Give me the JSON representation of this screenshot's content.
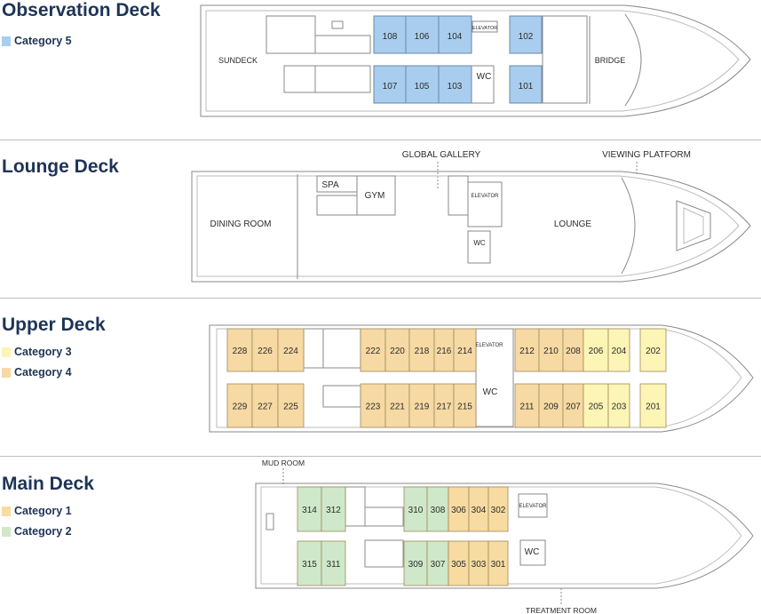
{
  "colors": {
    "category_1": "#f7dba0",
    "category_2": "#cfe8c9",
    "category_3": "#fdf5b5",
    "category_4": "#f6d9a3",
    "category_5": "#a9cdee",
    "title": "#1d3457",
    "line": "#8a8a8a"
  },
  "decks": [
    {
      "id": "observation",
      "title": "Observation Deck",
      "legend": [
        {
          "label": "Category 5",
          "color": "#a9cdee"
        }
      ],
      "labels": {
        "sundeck": "SUNDECK",
        "bridge": "BRIDGE",
        "elevator": "ELEVATOR",
        "wc": "WC"
      },
      "cabins_top": [
        "108",
        "106",
        "104",
        "102"
      ],
      "cabins_bottom": [
        "107",
        "105",
        "103",
        "101"
      ]
    },
    {
      "id": "lounge",
      "title": "Lounge Deck",
      "legend": [],
      "labels": {
        "global_gallery": "GLOBAL GALLERY",
        "viewing_platform": "VIEWING PLATFORM",
        "spa": "SPA",
        "gym": "GYM",
        "dining_room": "DINING ROOM",
        "elevator": "ELEVATOR",
        "lounge": "LOUNGE",
        "wc": "WC"
      }
    },
    {
      "id": "upper",
      "title": "Upper Deck",
      "legend": [
        {
          "label": "Category 3",
          "color": "#fdf5b5"
        },
        {
          "label": "Category 4",
          "color": "#f6d9a3"
        }
      ],
      "labels": {
        "elevator": "ELEVATOR",
        "wc": "WC"
      },
      "cabins_top": [
        "228",
        "226",
        "224",
        "222",
        "220",
        "218",
        "216",
        "214",
        "212",
        "210",
        "208",
        "206",
        "204",
        "202"
      ],
      "cabins_bottom": [
        "229",
        "227",
        "225",
        "223",
        "221",
        "219",
        "217",
        "215",
        "211",
        "209",
        "207",
        "205",
        "203",
        "201"
      ]
    },
    {
      "id": "main",
      "title": "Main Deck",
      "legend": [
        {
          "label": "Category 1",
          "color": "#f7dba0"
        },
        {
          "label": "Category 2",
          "color": "#cfe8c9"
        }
      ],
      "labels": {
        "mud_room": "MUD ROOM",
        "treatment_room": "TREATMENT ROOM",
        "elevator": "ELEVATOR",
        "wc": "WC"
      },
      "cabins_top": [
        "314",
        "312",
        "310",
        "308",
        "306",
        "304",
        "302"
      ],
      "cabins_bottom": [
        "315",
        "311",
        "309",
        "307",
        "305",
        "303",
        "301"
      ]
    }
  ]
}
